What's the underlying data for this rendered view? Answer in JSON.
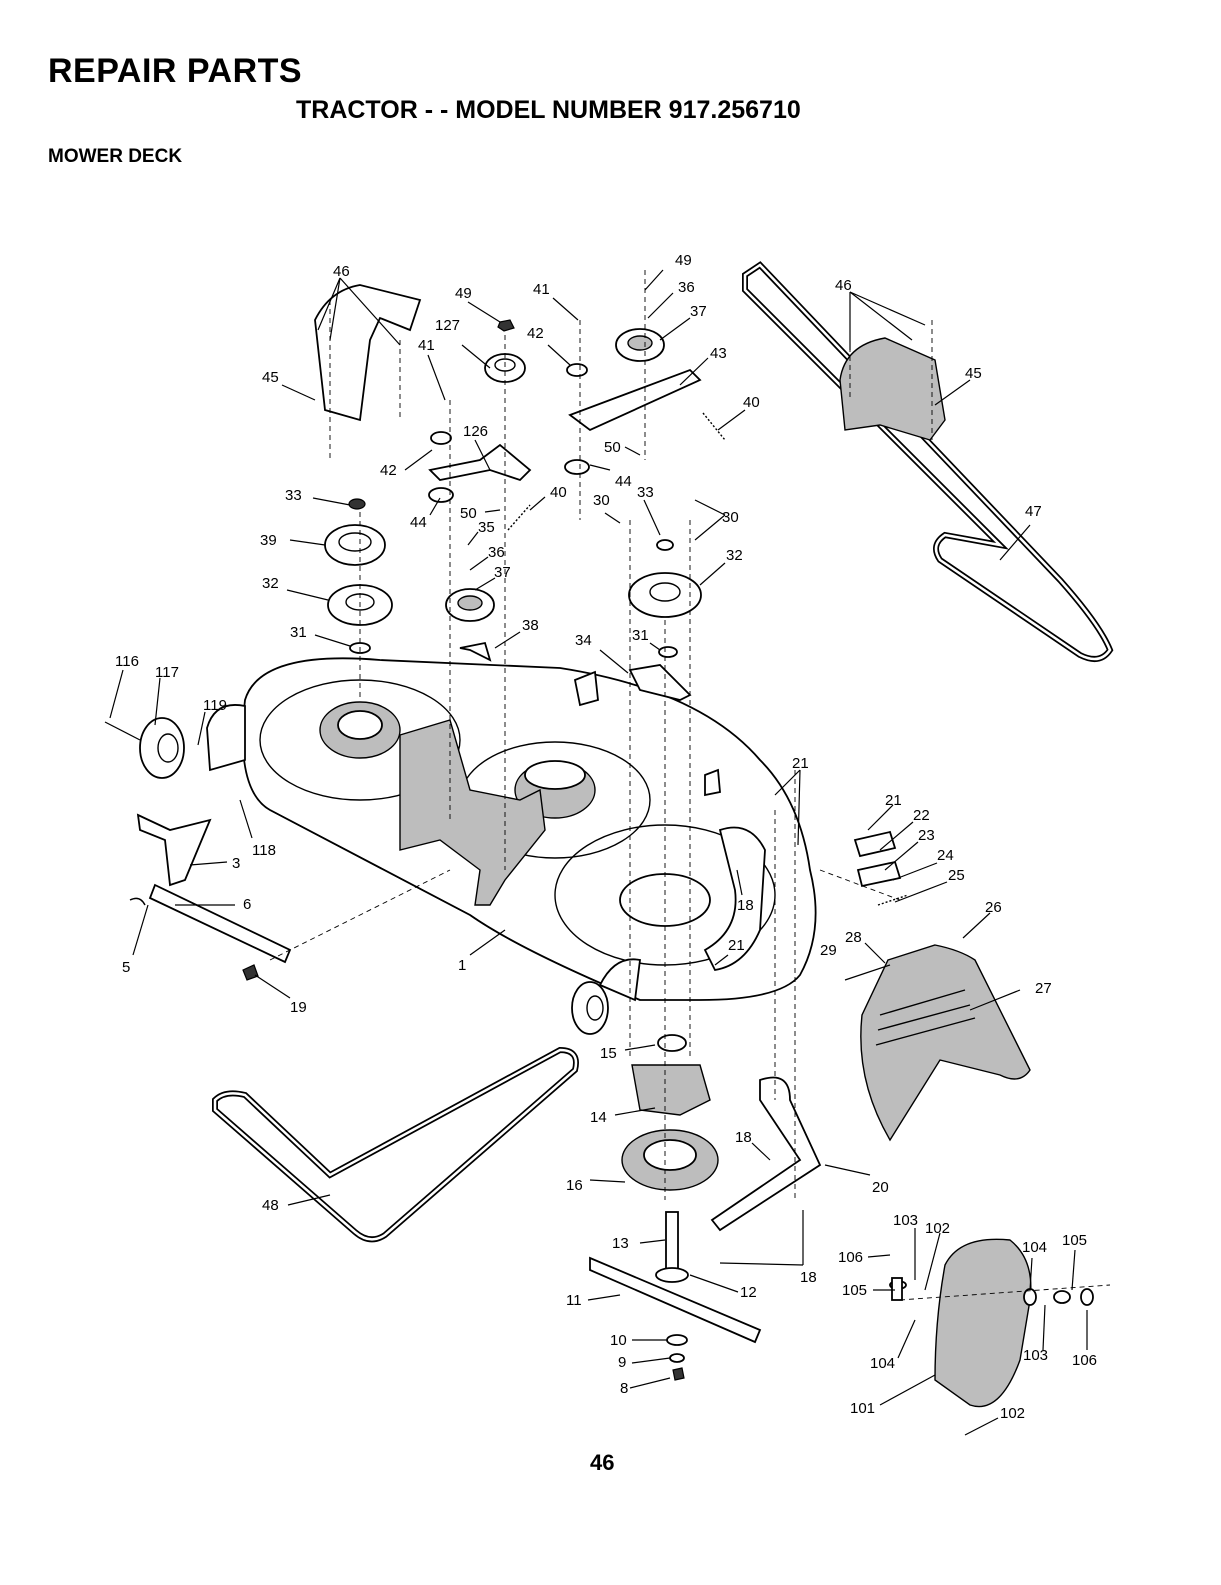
{
  "header": {
    "title": "REPAIR PARTS",
    "subtitle": "TRACTOR - - MODEL NUMBER 917.256710",
    "section": "MOWER DECK"
  },
  "page_number": "46",
  "callouts": {
    "c46a": "46",
    "c49a": "49",
    "c41a": "41",
    "c49b": "49",
    "c36a": "36",
    "c37a": "37",
    "c46b": "46",
    "c127": "127",
    "c42a": "42",
    "c43": "43",
    "c45a": "45",
    "c41b": "41",
    "c45b": "45",
    "c40a": "40",
    "c126": "126",
    "c50a": "50",
    "c42b": "42",
    "c44a": "44",
    "c33a": "33",
    "c40b": "40",
    "c33b": "33",
    "c44b": "44",
    "c50b": "50",
    "c30a": "30",
    "c30b": "30",
    "c47": "47",
    "c39": "39",
    "c35": "35",
    "c36b": "36",
    "c37b": "37",
    "c32a": "32",
    "c32b": "32",
    "c38": "38",
    "c31a": "31",
    "c34": "34",
    "c31b": "31",
    "c116": "116",
    "c117": "117",
    "c119": "119",
    "c21a": "21",
    "c21b": "21",
    "c22": "22",
    "c23": "23",
    "c24": "24",
    "c3": "3",
    "c118": "118",
    "c25": "25",
    "c6": "6",
    "c18a": "18",
    "c26": "26",
    "c28": "28",
    "c21c": "21",
    "c29": "29",
    "c27": "27",
    "c5": "5",
    "c1": "1",
    "c19": "19",
    "c15": "15",
    "c14": "14",
    "c18b": "18",
    "c20": "20",
    "c16": "16",
    "c48": "48",
    "c103": "103",
    "c102a": "102",
    "c104a": "104",
    "c105a": "105",
    "c106a": "106",
    "c13": "13",
    "c18c": "18",
    "c105b": "105",
    "c12": "12",
    "c11": "11",
    "c10": "10",
    "c9": "9",
    "c104b": "104",
    "c103b": "103",
    "c106b": "106",
    "c8": "8",
    "c101": "101",
    "c102b": "102"
  }
}
